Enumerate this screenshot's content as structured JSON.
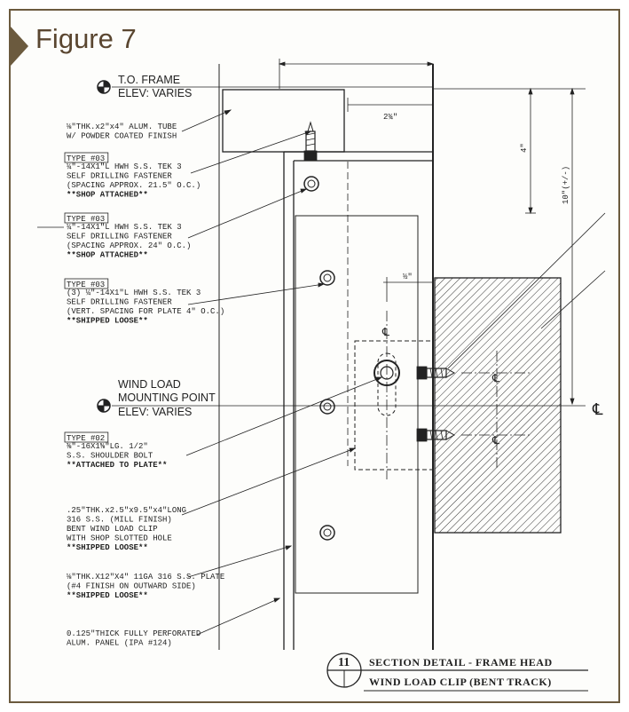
{
  "figure_label": "Figure 7",
  "datums": {
    "top": {
      "line1": "T.O. FRAME",
      "line2": "ELEV: VARIES"
    },
    "mid": {
      "line1": "WIND LOAD",
      "line2": "MOUNTING POINT",
      "line3": "ELEV: VARIES"
    }
  },
  "dimensions": {
    "width_top": "2¾\"",
    "height_4": "4\"",
    "height_total": "10\"(+/-)",
    "offset_half": "½\""
  },
  "centerline_symbol": "℄",
  "notes": [
    {
      "id": "tube",
      "tag": "",
      "lines": [
        "⅛\"THK.x2\"x4\" ALUM. TUBE",
        "W/ POWDER COATED FINISH"
      ]
    },
    {
      "id": "fastener-1",
      "tag": "TYPE #03",
      "lines": [
        "¼\"-14X1\"L HWH S.S. TEK 3",
        "SELF DRILLING FASTENER",
        "(SPACING APPROX. 21.5\" O.C.)",
        "**SHOP ATTACHED**"
      ]
    },
    {
      "id": "fastener-2",
      "tag": "TYPE #03",
      "lines": [
        "¼\"-14X1\"L HWH S.S. TEK 3",
        "SELF DRILLING FASTENER",
        "(SPACING APPROX. 24\" O.C.)",
        "**SHOP ATTACHED**"
      ]
    },
    {
      "id": "fastener-3",
      "tag": "TYPE #03",
      "lines": [
        "(3) ¼\"-14X1\"L HWH S.S. TEK 3",
        "SELF DRILLING FASTENER",
        "(VERT. SPACING FOR PLATE 4\" O.C.)",
        "**SHIPPED LOOSE**"
      ]
    },
    {
      "id": "bolt",
      "tag": "TYPE #02",
      "lines": [
        "⅜\"-16X1⅝\"LG. 1/2\"",
        "S.S. SHOULDER BOLT",
        "**ATTACHED TO PLATE**"
      ]
    },
    {
      "id": "clip",
      "tag": "",
      "lines": [
        ".25\"THK.x2.5\"x9.5\"x4\"LONG",
        "316 S.S. (MILL FINISH)",
        "BENT WIND LOAD CLIP",
        "WITH SHOP SLOTTED HOLE",
        "**SHIPPED LOOSE**"
      ]
    },
    {
      "id": "plate",
      "tag": "",
      "lines": [
        "⅛\"THK.X12\"X4\" 11GA 316 S.S. PLATE",
        "(#4 FINISH ON OUTWARD SIDE)",
        "**SHIPPED LOOSE**"
      ]
    },
    {
      "id": "panel",
      "tag": "",
      "lines": [
        "0.125\"THICK FULLY PERFORATED",
        "ALUM. PANEL (IPA #124)"
      ]
    }
  ],
  "title_block": {
    "number": "11",
    "line1": "SECTION DETAIL - FRAME HEAD",
    "line2": "WIND LOAD CLIP (BENT TRACK)"
  },
  "colors": {
    "frame": "#6b5a3e",
    "title": "#5a4630",
    "ink": "#222222"
  }
}
